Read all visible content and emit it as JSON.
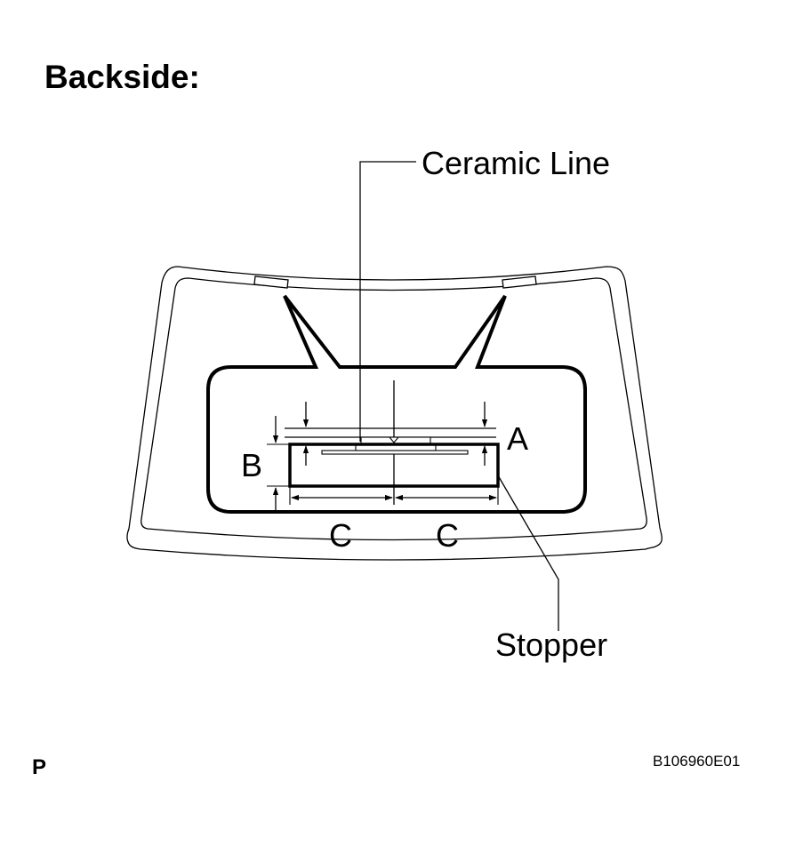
{
  "title": "Backside:",
  "labels": {
    "ceramic_line": "Ceramic Line",
    "stopper": "Stopper",
    "dim_a": "A",
    "dim_b": "B",
    "dim_c_left": "C",
    "dim_c_right": "C"
  },
  "corner_marks": {
    "left": "P",
    "right": "B106960E01"
  }
}
